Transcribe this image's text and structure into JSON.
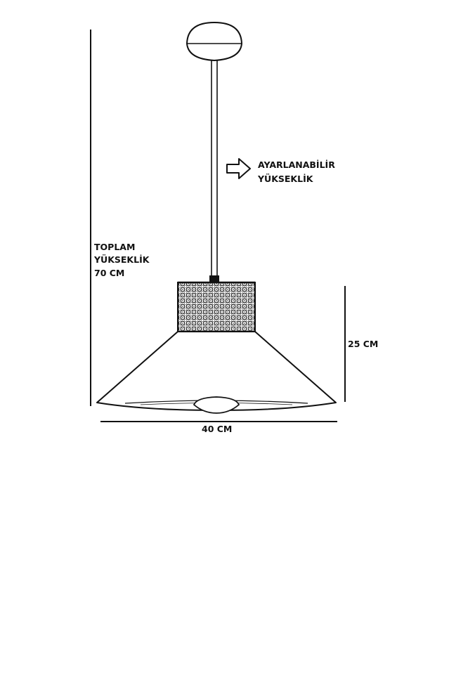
{
  "labels": {
    "adjustable_line1": "AYARLANABİLİR",
    "adjustable_line2": "YÜKSEKLİK",
    "total_line1": "TOPLAM",
    "total_line2": "YÜKSEKLİK",
    "total_line3": "70 CM",
    "shade_height": "25 CM",
    "width": "40 CM"
  },
  "colors": {
    "line": "#111111",
    "fill": "#ffffff"
  }
}
